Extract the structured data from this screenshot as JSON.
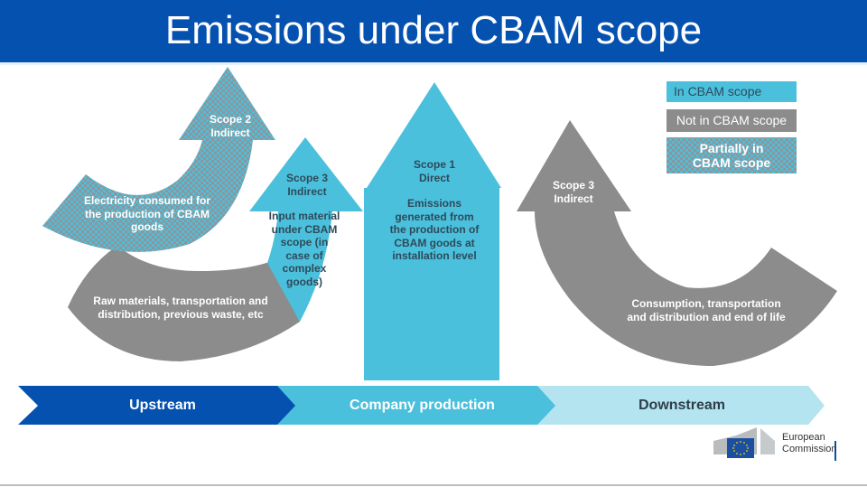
{
  "title": "Emissions under CBAM scope",
  "colors": {
    "header": "#0551b0",
    "in_scope": "#4bc0dc",
    "not_in_scope": "#8c8c8c",
    "upstream": "#0551b0",
    "company_production": "#4bc0dc",
    "downstream": "#b4e4f0"
  },
  "legend": [
    {
      "label": "In CBAM scope",
      "style": "in_scope"
    },
    {
      "label": "Not in CBAM scope",
      "style": "not_in_scope"
    },
    {
      "label": "Partially  in CBAM scope",
      "style": "partial"
    }
  ],
  "arrows": {
    "scope2": {
      "scope": "Scope 2",
      "type": "Indirect",
      "description": "Electricity consumed for the production of CBAM goods",
      "status": "partial"
    },
    "scope3_up": {
      "scope": "Scope 3",
      "type": "Indirect",
      "description": "Input material under CBAM scope (in case of complex goods)",
      "status": "in_scope"
    },
    "scope3_up_base": {
      "description": "Raw materials, transportation and distribution, previous waste, etc",
      "status": "not_in_scope"
    },
    "scope1": {
      "scope": "Scope 1",
      "type": "Direct",
      "description": "Emissions generated from the production of CBAM goods at installation level",
      "status": "in_scope"
    },
    "scope3_down": {
      "scope": "Scope 3",
      "type": "Indirect",
      "description": "Consumption, transportation and distribution and end of life",
      "status": "not_in_scope"
    }
  },
  "stages": [
    {
      "label": "Upstream"
    },
    {
      "label": "Company production"
    },
    {
      "label": "Downstream"
    }
  ],
  "logo": {
    "line1": "European",
    "line2": "Commission"
  }
}
